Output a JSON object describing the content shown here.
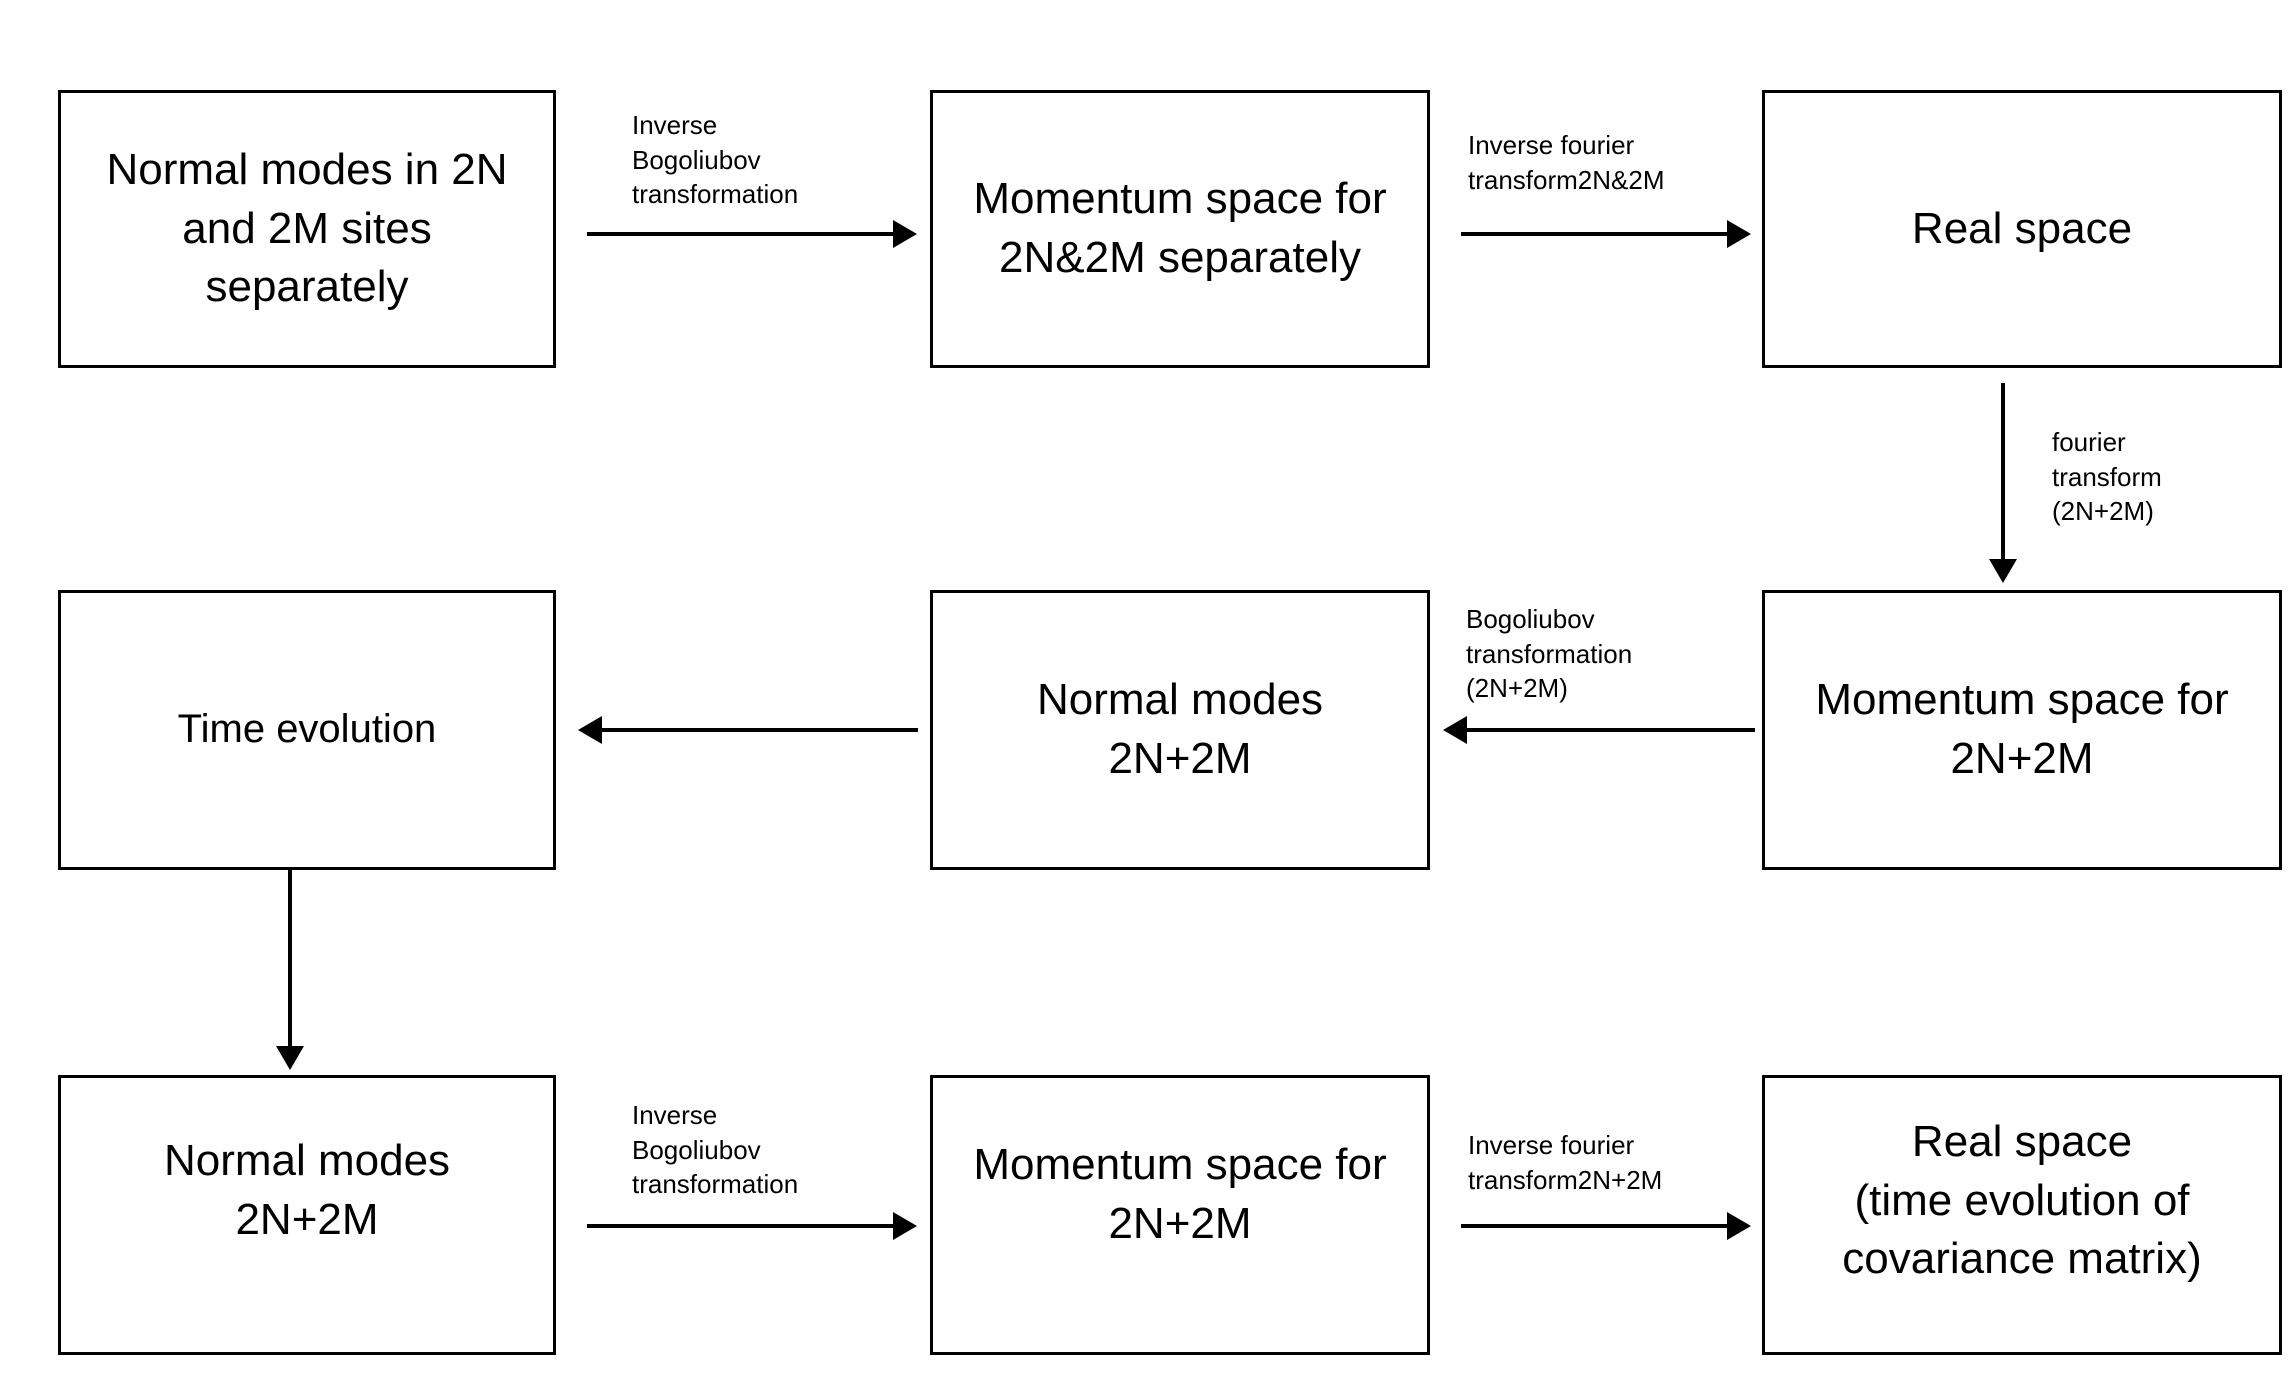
{
  "diagram": {
    "type": "flowchart",
    "title": "",
    "nodes": [
      {
        "id": "normal-modes-2n-2m-separate",
        "label": "Normal modes in 2N\nand 2M sites\nseparately",
        "row": 1,
        "col": 1
      },
      {
        "id": "momentum-space-2n2m-separate",
        "label": "Momentum space for\n2N&2M separately",
        "row": 1,
        "col": 2
      },
      {
        "id": "real-space-top",
        "label": "Real space",
        "row": 1,
        "col": 3
      },
      {
        "id": "time-evolution",
        "label": "Time evolution",
        "row": 2,
        "col": 1
      },
      {
        "id": "normal-modes-2n-plus-2m-mid",
        "label": "Normal modes\n2N+2M",
        "row": 2,
        "col": 2
      },
      {
        "id": "momentum-space-2n-plus-2m-mid",
        "label": "Momentum space for\n2N+2M",
        "row": 2,
        "col": 3
      },
      {
        "id": "normal-modes-2n-plus-2m-bottom",
        "label": "Normal modes\n2N+2M",
        "row": 3,
        "col": 1
      },
      {
        "id": "momentum-space-2n-plus-2m-bottom",
        "label": "Momentum space for\n2N+2M",
        "row": 3,
        "col": 2
      },
      {
        "id": "real-space-covariance",
        "label": "Real space\n(time evolution of\ncovariance matrix)",
        "row": 3,
        "col": 3
      }
    ],
    "edges": [
      {
        "id": "edge-inverse-bogoliubov-top",
        "from": "normal-modes-2n-2m-separate",
        "to": "momentum-space-2n2m-separate",
        "direction": "right",
        "label": "Inverse\nBogoliubov\ntransformation"
      },
      {
        "id": "edge-inverse-fourier-2n2m",
        "from": "momentum-space-2n2m-separate",
        "to": "real-space-top",
        "direction": "right",
        "label": "Inverse fourier\ntransform2N&2M"
      },
      {
        "id": "edge-fourier-transform-2n-plus-2m",
        "from": "real-space-top",
        "to": "momentum-space-2n-plus-2m-mid",
        "direction": "down",
        "label": "fourier\ntransform\n(2N+2M)"
      },
      {
        "id": "edge-bogoliubov-2n-plus-2m",
        "from": "momentum-space-2n-plus-2m-mid",
        "to": "normal-modes-2n-plus-2m-mid",
        "direction": "left",
        "label": "Bogoliubov\ntransformation\n(2N+2M)"
      },
      {
        "id": "edge-to-time-evolution",
        "from": "normal-modes-2n-plus-2m-mid",
        "to": "time-evolution",
        "direction": "left",
        "label": ""
      },
      {
        "id": "edge-time-evolution-down",
        "from": "time-evolution",
        "to": "normal-modes-2n-plus-2m-bottom",
        "direction": "down",
        "label": ""
      },
      {
        "id": "edge-inverse-bogoliubov-bottom",
        "from": "normal-modes-2n-plus-2m-bottom",
        "to": "momentum-space-2n-plus-2m-bottom",
        "direction": "right",
        "label": "Inverse\nBogoliubov\ntransformation"
      },
      {
        "id": "edge-inverse-fourier-2n-plus-2m",
        "from": "momentum-space-2n-plus-2m-bottom",
        "to": "real-space-covariance",
        "direction": "right",
        "label": "Inverse fourier\ntransform2N+2M"
      }
    ],
    "colors": {
      "background": "#ffffff",
      "stroke": "#000000",
      "text": "#000000"
    }
  }
}
